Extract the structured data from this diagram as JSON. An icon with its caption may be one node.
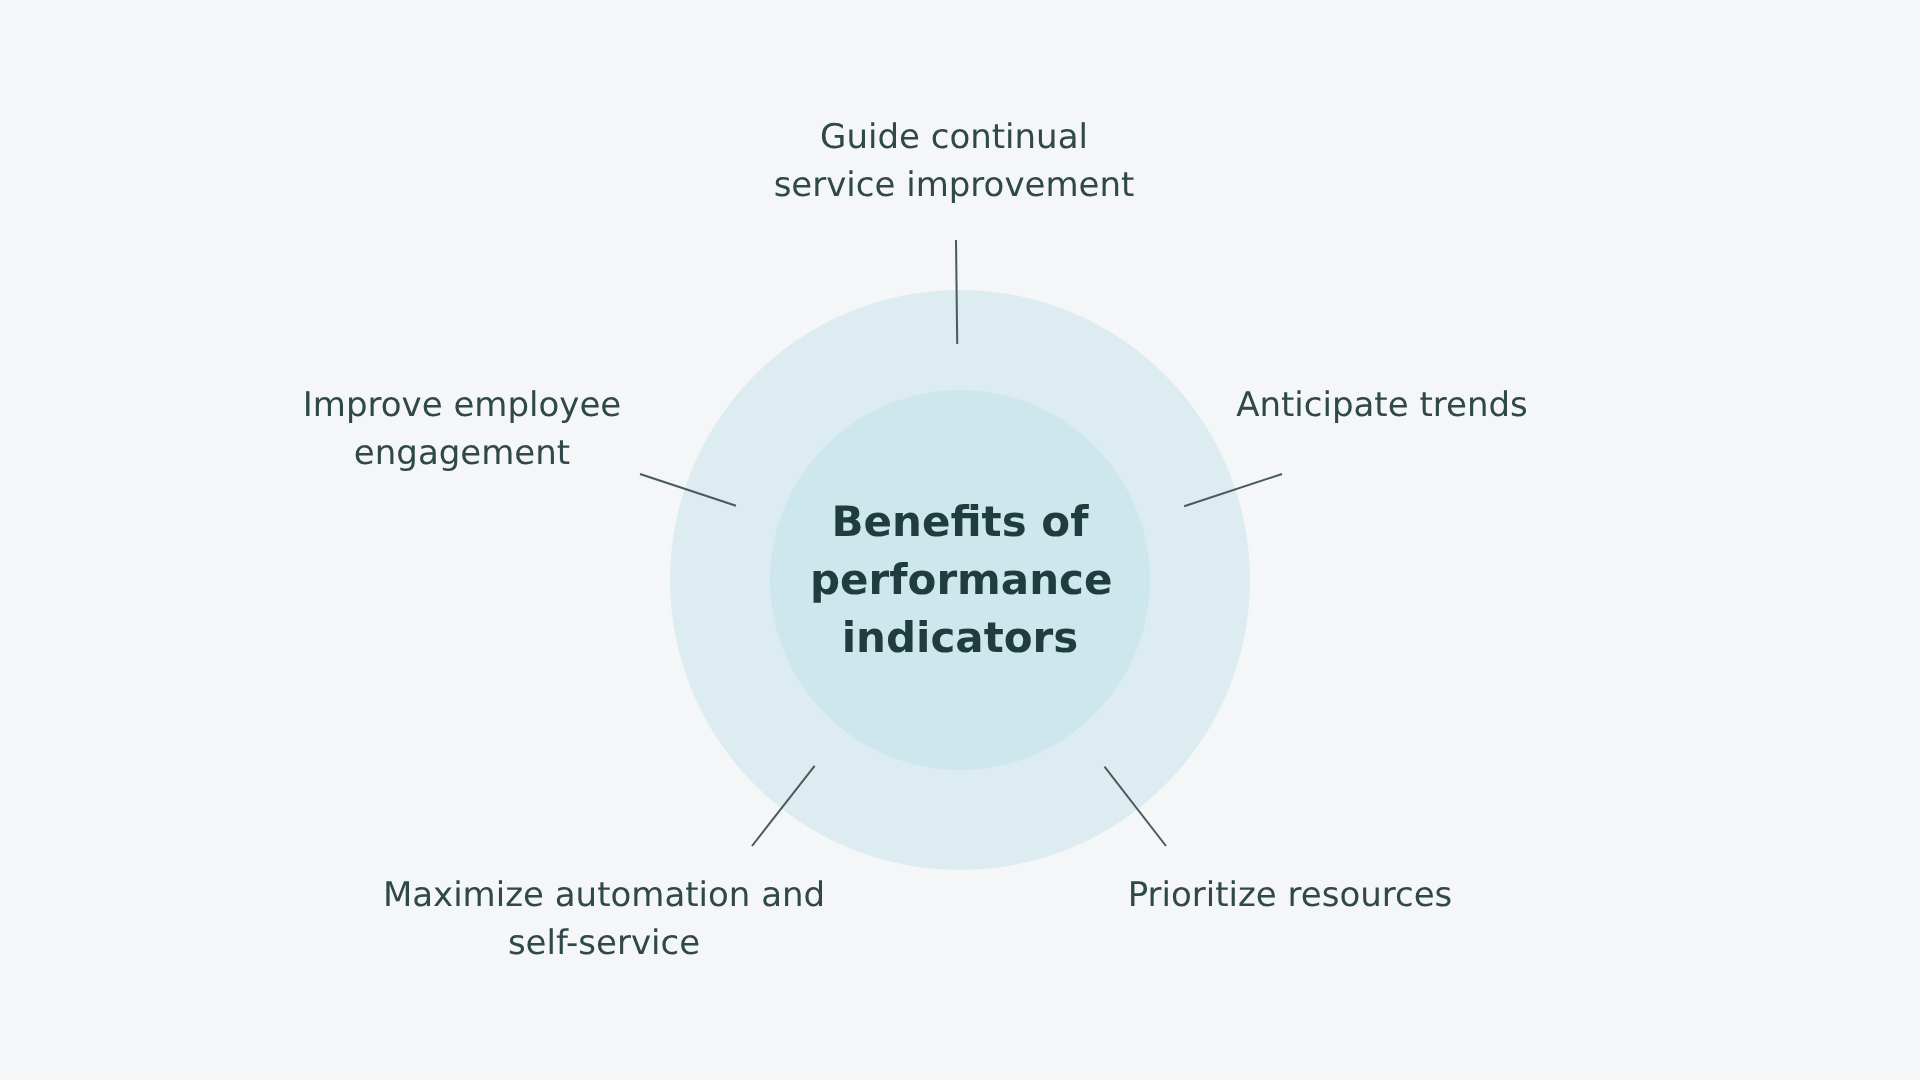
{
  "diagram": {
    "nodes": [
      {
        "text": [],
        "shape": "circle"
      },
      {
        "text": [
          "Benefits of performance indicators"
        ],
        "in": 0
      },
      {
        "text": [
          "Guide continual service improvement"
        ]
      },
      {
        "text": [
          "Improve employee engagement"
        ]
      },
      {
        "text": [
          "Anticipate trends"
        ]
      },
      {
        "text": [
          "Maximize automation and self-service"
        ]
      },
      {
        "text": [
          "Prioritize resources"
        ]
      }
    ],
    "edges": [
      {
        "from": 2,
        "to": 0,
        "arrow": "none"
      },
      {
        "from": 3,
        "to": 0,
        "arrow": "none"
      },
      {
        "from": 4,
        "to": 0,
        "arrow": "none"
      },
      {
        "from": 5,
        "to": 0,
        "arrow": "none"
      },
      {
        "from": 6,
        "to": 0,
        "arrow": "none"
      }
    ]
  }
}
